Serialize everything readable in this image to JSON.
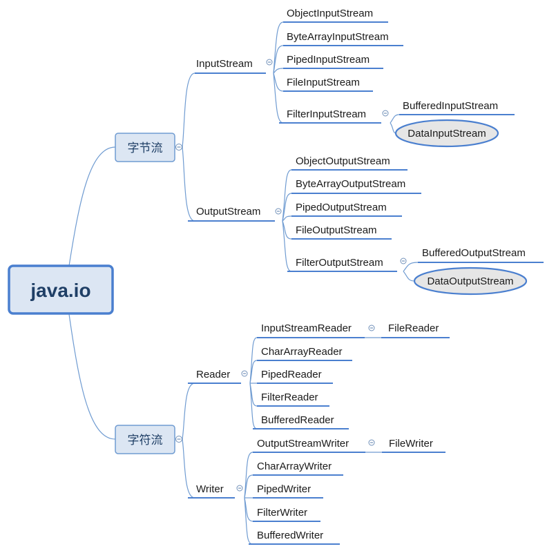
{
  "root": {
    "label": "java.io"
  },
  "byte_stream": {
    "label": "字节流",
    "input": {
      "label": "InputStream",
      "children": [
        "ObjectInputStream",
        "ByteArrayInputStream",
        "PipedInputStream",
        "FileInputStream",
        "FilterInputStream"
      ],
      "filter_children": [
        "BufferedInputStream",
        "DataInputStream"
      ]
    },
    "output": {
      "label": "OutputStream",
      "children": [
        "ObjectOutputStream",
        "ByteArrayOutputStream",
        "PipedOutputStream",
        "FileOutputStream",
        "FilterOutputStream"
      ],
      "filter_children": [
        "BufferedOutputStream",
        "DataOutputStream"
      ]
    }
  },
  "char_stream": {
    "label": "字符流",
    "reader": {
      "label": "Reader",
      "children": [
        "InputStreamReader",
        "CharArrayReader",
        "PipedReader",
        "FilterReader",
        "BufferedReader"
      ],
      "isr_child": "FileReader"
    },
    "writer": {
      "label": "Writer",
      "children": [
        "OutputStreamWriter",
        "CharArrayWriter",
        "PipedWriter",
        "FilterWriter",
        "BufferedWriter"
      ],
      "osw_child": "FileWriter"
    }
  },
  "colors": {
    "connector": "#6f9bd1",
    "underline": "#4a7fcf",
    "root_fill": "#dce6f3",
    "root_border": "#4a7fcf",
    "subtopic_fill": "#dce6f3",
    "subtopic_border": "#6f9bd1",
    "highlight_fill": "#e6e6e6",
    "highlight_border": "#4a7fcf"
  }
}
